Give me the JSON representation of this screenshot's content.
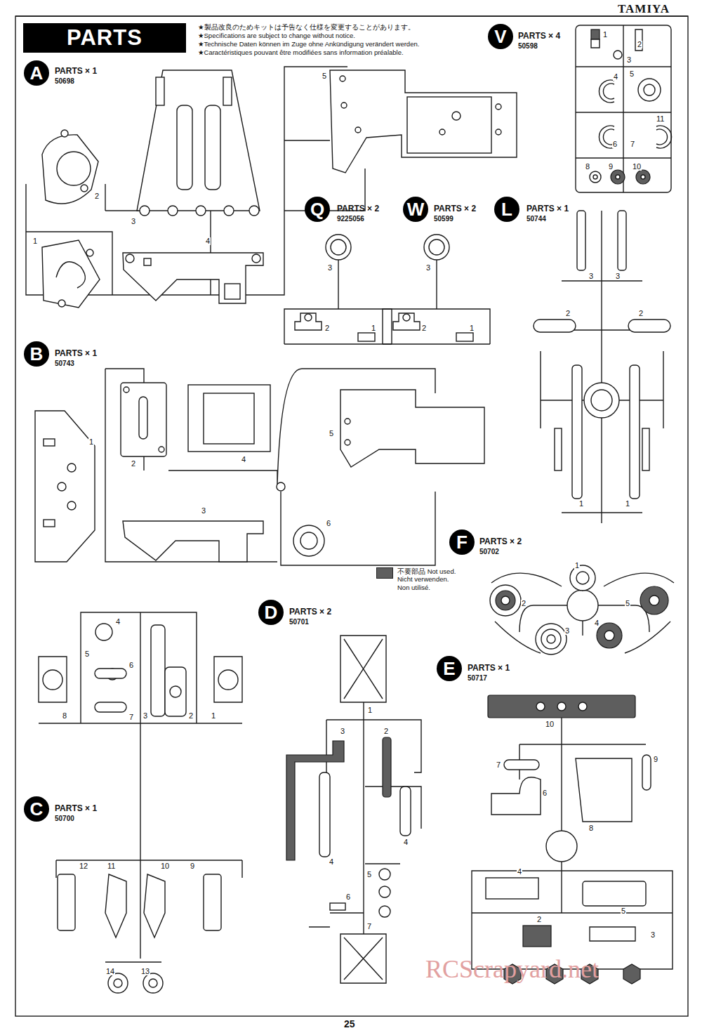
{
  "diagram": {
    "title": "PARTS",
    "nodes": [
      {
        "text": [
          "A"
        ]
      },
      {
        "text": [
          "V"
        ]
      },
      {
        "text": [
          "Q"
        ]
      },
      {
        "text": [
          "W"
        ]
      },
      {
        "text": [
          "L"
        ]
      },
      {
        "text": [
          "B"
        ]
      },
      {
        "text": [
          "F"
        ]
      },
      {
        "text": [
          "D"
        ]
      },
      {
        "text": [
          "E"
        ]
      },
      {
        "text": [
          "C"
        ]
      }
    ],
    "labels": [
      "TAMIYA",
      "★製品改良のためキットは予告なく仕様を変更することがあります。",
      "★Specifications are subject to change without notice.",
      "★Technische Daten können im Zuge ohne Ankündigung verändert werden.",
      "★Caractéristiques pouvant être modifiées sans information préalable.",
      "PARTS × 1",
      "50698",
      "5",
      "2",
      "3",
      "1",
      "4",
      "PARTS × 4",
      "50598",
      "1",
      "2",
      "3",
      "4",
      "5",
      "11",
      "6",
      "7",
      "8",
      "9",
      "10",
      "PARTS × 2",
      "9225056",
      "3",
      "2",
      "1",
      "PARTS × 2",
      "50599",
      "3",
      "2",
      "1",
      "PARTS × 1",
      "50744",
      "3",
      "3",
      "2",
      "2",
      "1",
      "1",
      "PARTS × 1",
      "50743",
      "1",
      "2",
      "4",
      "5",
      "3",
      "6",
      "PARTS × 2",
      "50702",
      "1",
      "2",
      "5",
      "3",
      "4",
      "PARTS × 2",
      "50701",
      "1",
      "3",
      "2",
      "4",
      "4",
      "5",
      "6",
      "7",
      "PARTS × 1",
      "50717",
      "10",
      "7",
      "9",
      "6",
      "8",
      "4",
      "5",
      "2",
      "3",
      "PARTS × 1",
      "50700",
      "4",
      "5",
      "6",
      "7",
      "8",
      "3",
      "2",
      "1",
      "12",
      "11",
      "10",
      "9",
      "14",
      "13",
      "25",
      "RCScrapyard.net"
    ],
    "legend": [
      {
        "text": "不要部品 Not used. Nicht verwenden. Non utilisé.",
        "color": "#5e5e5e"
      }
    ]
  }
}
